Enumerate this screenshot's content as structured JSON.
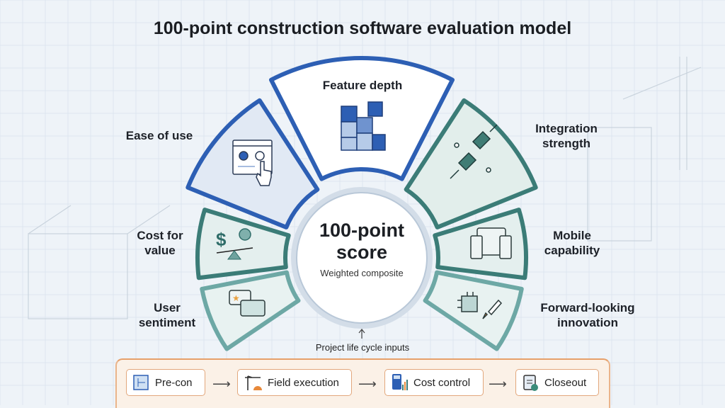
{
  "title": "100-point construction software evaluation model",
  "center": {
    "title_line1": "100-point",
    "title_line2": "score",
    "subtitle": "Weighted composite"
  },
  "criteria": [
    {
      "label": "Feature depth",
      "icon": "puzzle-icon"
    },
    {
      "label_line1": "Ease of use",
      "icon": "ui-click-icon"
    },
    {
      "label_line1": "Integration",
      "label_line2": "strength",
      "icon": "plug-icon"
    },
    {
      "label_line1": "Cost for",
      "label_line2": "value",
      "icon": "dollar-scale-icon"
    },
    {
      "label_line1": "Mobile",
      "label_line2": "capability",
      "icon": "devices-icon"
    },
    {
      "label_line1": "User",
      "label_line2": "sentiment",
      "icon": "chat-review-icon"
    },
    {
      "label_line1": "Forward-looking",
      "label_line2": "innovation",
      "icon": "chip-rocket-icon"
    }
  ],
  "lifecycle": {
    "label": "Project life cycle inputs",
    "steps": [
      {
        "label": "Pre-con",
        "icon": "blueprint-icon"
      },
      {
        "label": "Field execution",
        "icon": "crane-icon"
      },
      {
        "label": "Cost control",
        "icon": "calculator-icon"
      },
      {
        "label": "Closeout",
        "icon": "clipboard-check-icon"
      }
    ]
  },
  "colors": {
    "blue": "#2d5fb4",
    "teal": "#3b7c77",
    "light_teal": "#6da8a5",
    "orange": "#e6a06a"
  }
}
